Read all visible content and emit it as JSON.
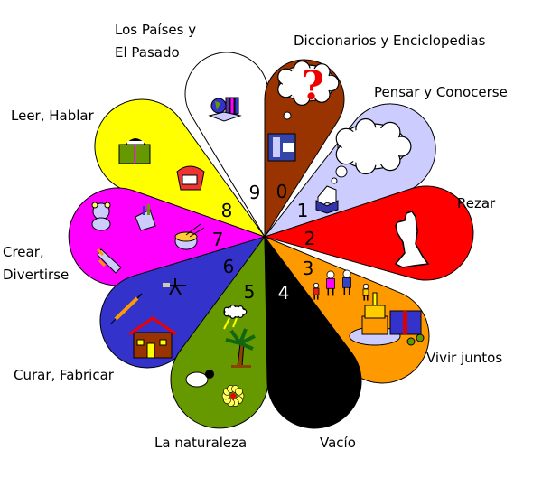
{
  "petals": [
    {
      "digit": "0",
      "label": "Diccionarios y Enciclopedias",
      "color": "#993300",
      "digit_color": "#000000",
      "icons": [
        "thought-cloud-question-icon",
        "desk-study-icon"
      ]
    },
    {
      "digit": "1",
      "label": "Pensar y Conocerse",
      "color": "#ccccff",
      "digit_color": "#000000",
      "icons": [
        "thought-cloud-icon",
        "open-book-icon"
      ]
    },
    {
      "digit": "2",
      "label": "Rezar",
      "color": "#ff0000",
      "digit_color": "#000000",
      "icons": [
        "praying-person-icon"
      ]
    },
    {
      "digit": "3",
      "label": "Vivir juntos",
      "color": "#ff9900",
      "digit_color": "#000000",
      "icons": [
        "family-icon",
        "birthday-cake-icon",
        "gift-icon"
      ]
    },
    {
      "digit": "4",
      "label": "Vacío",
      "color": "#000000",
      "digit_color": "#ffffff",
      "icons": []
    },
    {
      "digit": "5",
      "label": "La naturaleza",
      "color": "#669900",
      "digit_color": "#000000",
      "icons": [
        "weather-cloud-icon",
        "palm-tree-icon",
        "sheep-icon",
        "flower-icon"
      ]
    },
    {
      "digit": "6",
      "label": "Curar, Fabricar",
      "color": "#3333cc",
      "digit_color": "#000000",
      "icons": [
        "pliers-icon",
        "syringe-icon",
        "house-icon"
      ]
    },
    {
      "digit": "7",
      "label": "Crear, Divertirse",
      "color": "#ff00ff",
      "digit_color": "#000000",
      "icons": [
        "drum-icon",
        "teddy-bear-icon",
        "paint-icon",
        "rocket-icon"
      ]
    },
    {
      "digit": "8",
      "label": "Leer, Hablar",
      "color": "#ffff00",
      "digit_color": "#000000",
      "icons": [
        "reading-girl-icon",
        "telephone-icon"
      ]
    },
    {
      "digit": "9",
      "label": "Los Países y El Pasado",
      "color": "#ffffff",
      "digit_color": "#000000",
      "icons": [
        "globe-books-icon"
      ]
    }
  ],
  "labels": {
    "p0": "Diccionarios y Enciclopedias",
    "p1": "Pensar y Conocerse",
    "p2": "Rezar",
    "p3": "Vivir juntos",
    "p4": "Vacío",
    "p5": "La naturaleza",
    "p6": "Curar, Fabricar",
    "p7a": "Crear,",
    "p7b": "Divertirse",
    "p8": "Leer, Hablar",
    "p9a": "Los Países y",
    "p9b": "El Pasado"
  },
  "glyphs": {
    "question": "?",
    "telephone": "☎",
    "flower": "✿",
    "cloud": "☁",
    "house": "⌂",
    "book": "📖"
  }
}
